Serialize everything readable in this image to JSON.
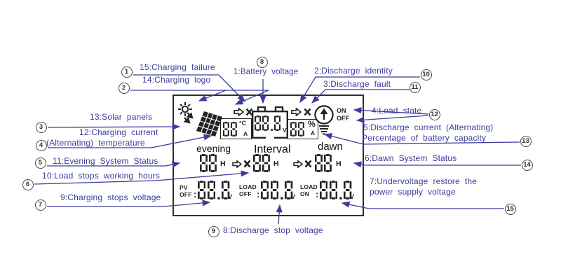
{
  "labels": {
    "charging_failure": "15:Charging failure",
    "charging_logo": "14:Charging logo",
    "battery_voltage": "1:Battery voltage",
    "discharge_identity": "2:Discharge identity",
    "discharge_fault": "3:Discharge fault",
    "solar_panels": "13:Solar panels",
    "charging_current": "12:Charging current",
    "charging_current2": "(Alternating) temperature",
    "evening_status": "11:Evening System Status",
    "load_stops_hours": "10:Load stops working hours",
    "charging_stops_voltage": "9:Charging stops voltage",
    "load_state": "4:Load state",
    "discharge_current": "5:Discharge current  (Alternating)",
    "discharge_current2": "Percentage of battery capacity",
    "dawn_status": "6:Dawn System Status",
    "undervoltage1": "7:Undervoltage restore the",
    "undervoltage2": "power supply voltage",
    "discharge_stop_voltage": "8:Discharge stop voltage"
  },
  "circles": [
    "1",
    "2",
    "3",
    "4",
    "5",
    "6",
    "7",
    "8",
    "9",
    "10",
    "11",
    "12",
    "13",
    "14",
    "15"
  ],
  "lcd": {
    "top": {
      "temp_digits": "88",
      "temp_unit": "°C",
      "amp_unit": "A",
      "battery_digits": "88.8",
      "volt_unit": "V",
      "soc_digits": "88",
      "percent_unit": "%",
      "on": "ON",
      "off": "OFF"
    },
    "mid": {
      "evening": "evening",
      "interval": "Interval",
      "dawn": "dawn",
      "evening_digits": "88",
      "interval_digits": "88",
      "dawn_digits": "88",
      "hour_unit": "H"
    },
    "bottom": {
      "pv": "PV",
      "off": "OFF",
      "load": "LOAD",
      "on": "ON",
      "colon": ":",
      "pv_digits": "88.8",
      "load_off_digits": "88.8",
      "load_on_digits": "88.8",
      "volt_unit": "V"
    }
  },
  "colors": {
    "callout_blue": "#3c3c9e",
    "lcd_dark": "#232323"
  }
}
